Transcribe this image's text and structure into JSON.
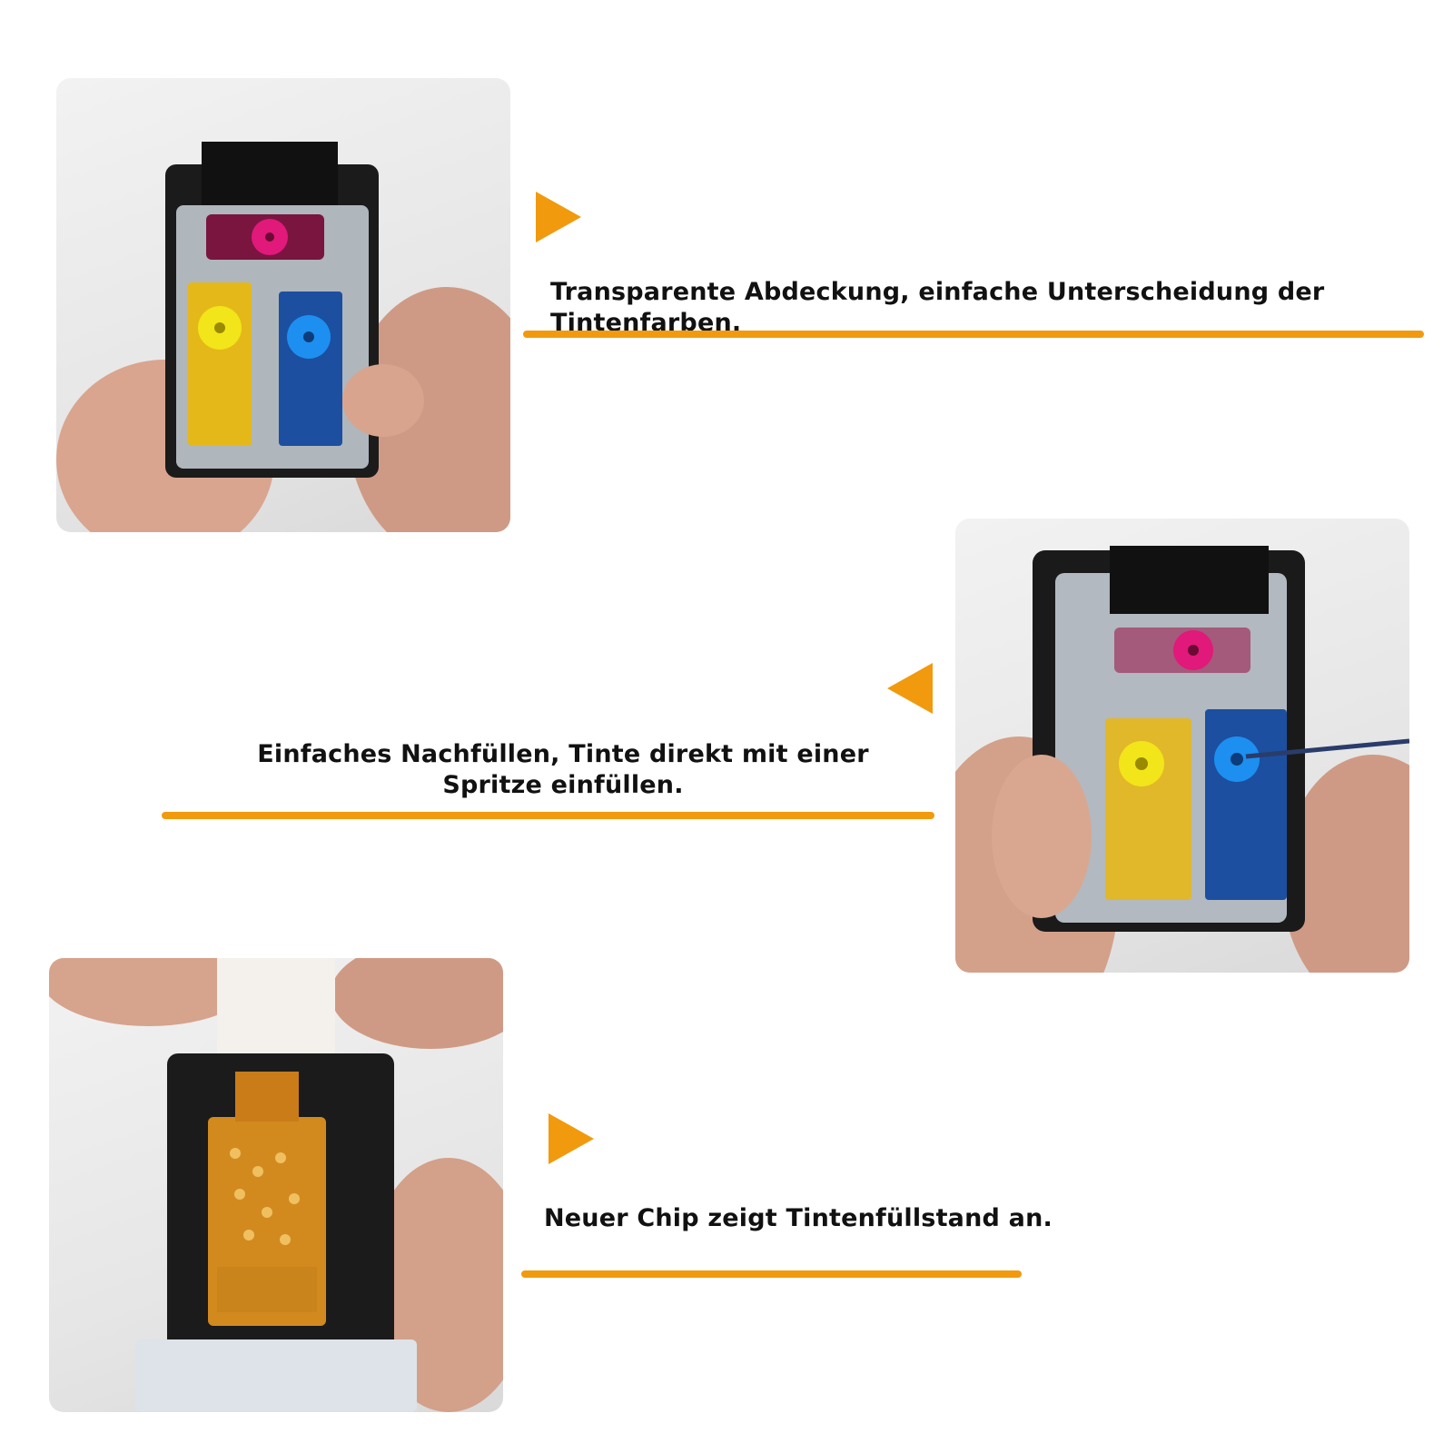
{
  "accent_color": "#f19a0e",
  "sections": [
    {
      "caption": "Transparente Abdeckung, einfache Unterscheidung der Tintenfarben.",
      "arrow_icon": "triangle-right-icon",
      "image": "cartridge-transparent-cover-photo"
    },
    {
      "caption": "Einfaches Nachfüllen, Tinte direkt mit einer Spritze einfüllen.",
      "arrow_icon": "triangle-left-icon",
      "image": "cartridge-syringe-refill-photo"
    },
    {
      "caption": "Neuer Chip zeigt Tintenfüllstand an.",
      "arrow_icon": "triangle-right-icon",
      "image": "cartridge-new-chip-photo"
    }
  ]
}
